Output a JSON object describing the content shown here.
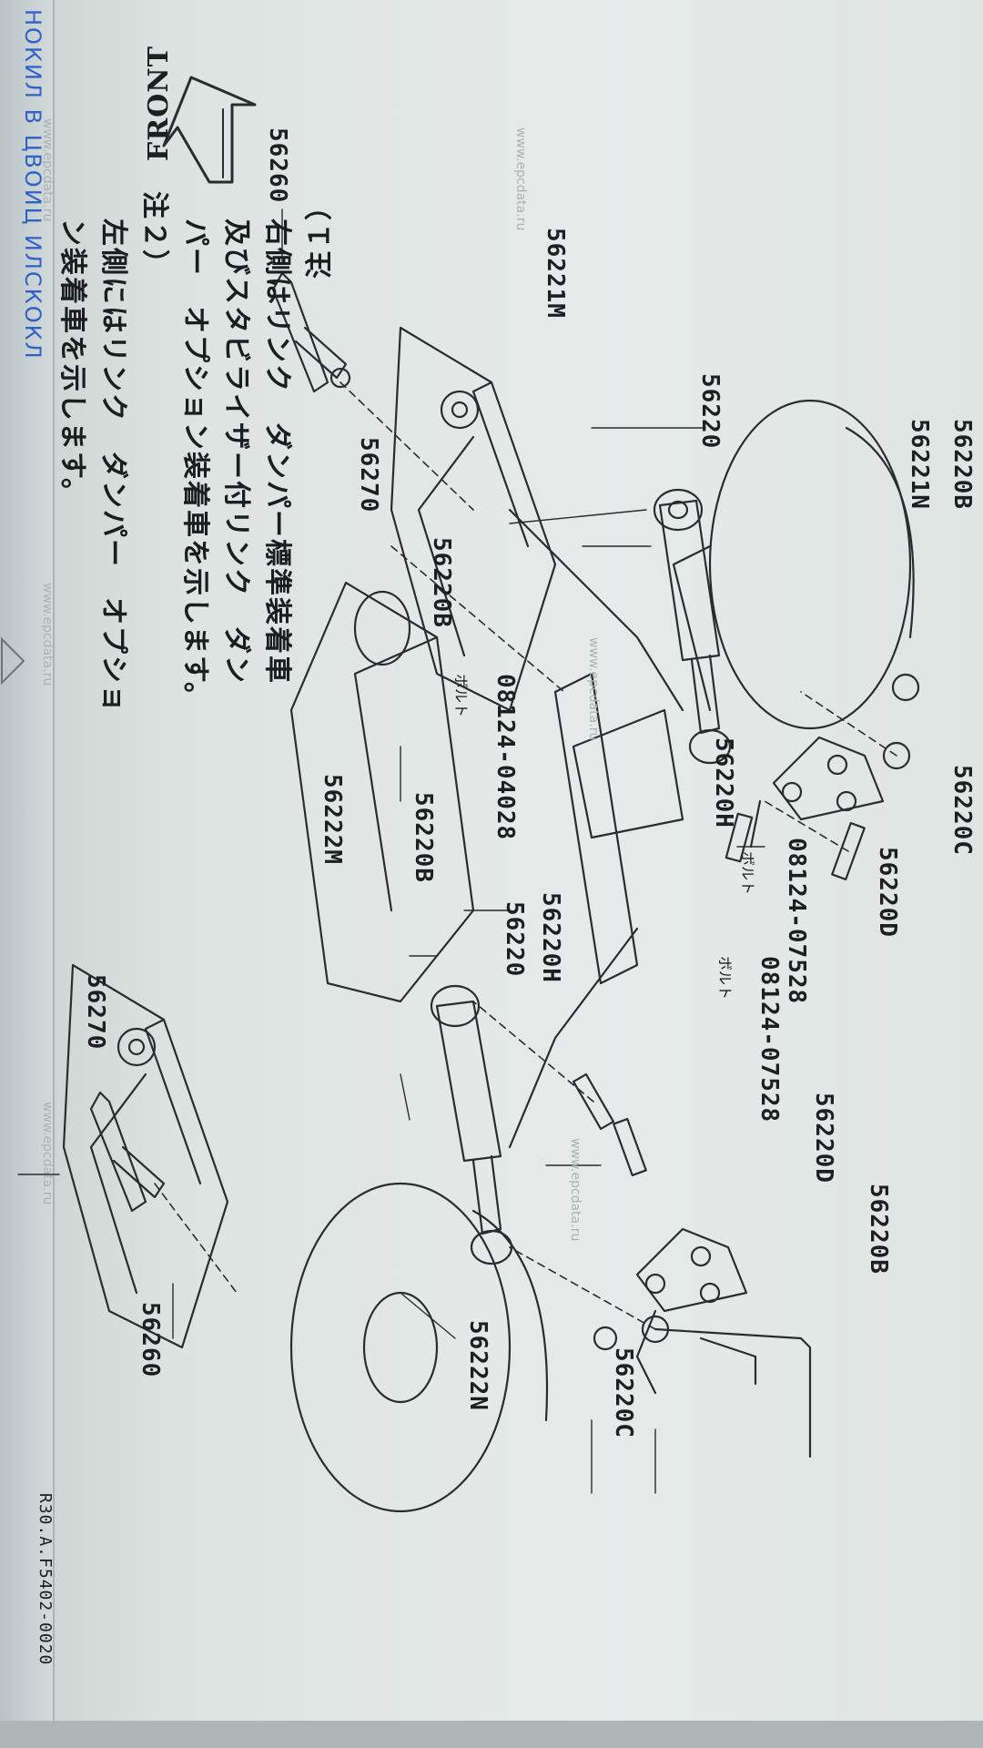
{
  "sidebar": {
    "link_text": "НОКИЛ В ЦВОИЦ ИЛСКОКЛ"
  },
  "direction": {
    "front_label": "FRONT"
  },
  "labels": {
    "l56260_top": "56260",
    "l56221M": "56221M",
    "l56220_top": "56220",
    "l56221N": "56221N",
    "l56220B_top": "56220B",
    "l56220C_top": "56220C",
    "l56220D_top": "56220D",
    "l08124_07528_a": "08124-07528",
    "bolt_a": "ボルト",
    "l56220H_a": "56220H",
    "l56270_left": "56270",
    "l56220B_mid": "56220B",
    "l08124_04028": "08124-04028",
    "bolt_b": "ボルト",
    "l56220B_low": "56220B",
    "l56220H_b": "56220H",
    "l56220_mid": "56220",
    "l08124_07528_b": "08124-07528",
    "bolt_c": "ボルト",
    "l56220D_b": "56220D",
    "l56220B_right": "56220B",
    "l56222M": "56222M",
    "l56270_bottom": "56270",
    "l56260_bottom": "56260",
    "l56222N": "56222N",
    "l56220C_bottom": "56220C"
  },
  "notes": {
    "n1_title": "注１）",
    "n1_line1": "右側はリンク　ダンパー標準装着車",
    "n1_line2": "及びスタビライザー付リンク　ダン",
    "n1_line3": "パー　オプション装着車を示します。",
    "n2_title": "注２）",
    "n2_line1": "左側にはリンク　ダンパー　オプショ",
    "n2_line2": "ン装着車を示します。"
  },
  "footer": {
    "code": "R30.A.F5402-0020"
  },
  "watermark": "www.epcdata.ru"
}
